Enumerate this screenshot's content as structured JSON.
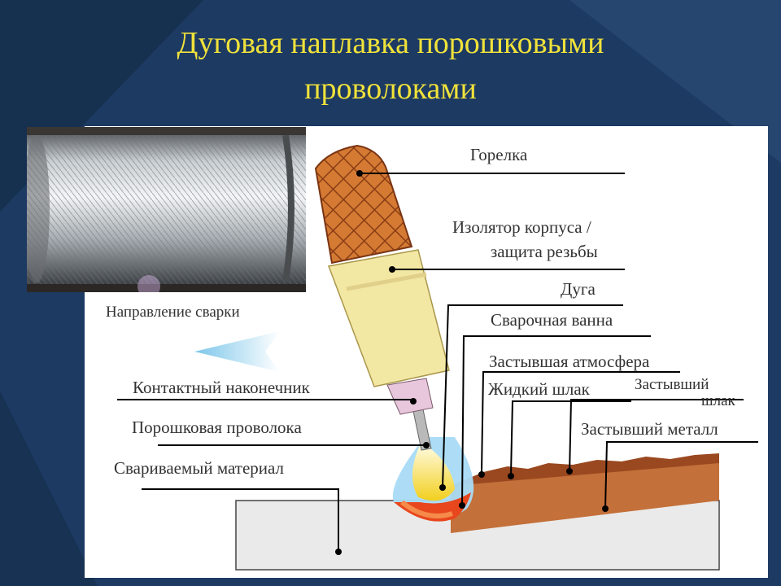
{
  "title": {
    "line1": "Дуговая наплавка порошковыми",
    "line2": "проволоками"
  },
  "labels": {
    "torch": "Горелка",
    "insulator_line1": "Изолятор корпуса /",
    "insulator_line2": "защита резьбы",
    "arc": "Дуга",
    "weld_pool": "Сварочная ванна",
    "solid_atmosphere": "Застывшая атмосфера",
    "liquid_slag": "Жидкий шлак",
    "solid_slag_line1": "Застывший",
    "solid_slag_line2": "шлак",
    "solid_metal": "Застывший металл",
    "welding_direction": "Направление сварки",
    "contact_tip": "Контактный наконечник",
    "flux_wire": "Порошковая проволока",
    "base_material": "Свариваемый материал"
  },
  "colors": {
    "background": "#1d3a63",
    "title": "#f0e23a",
    "panel": "#ffffff",
    "torch_copper": "#c4702e",
    "insulator": "#f3e7a4",
    "arc_yellow": "#f7e23a",
    "weld_pool": "#e8461c",
    "atmosphere": "#a9dbf5",
    "slag": "#b65a2a",
    "base_plate": "#eaeaea",
    "leader": "#000000"
  },
  "icons": {
    "direction_arrow": "arrow-left-icon",
    "photo": "surfaced-roll-photo"
  }
}
